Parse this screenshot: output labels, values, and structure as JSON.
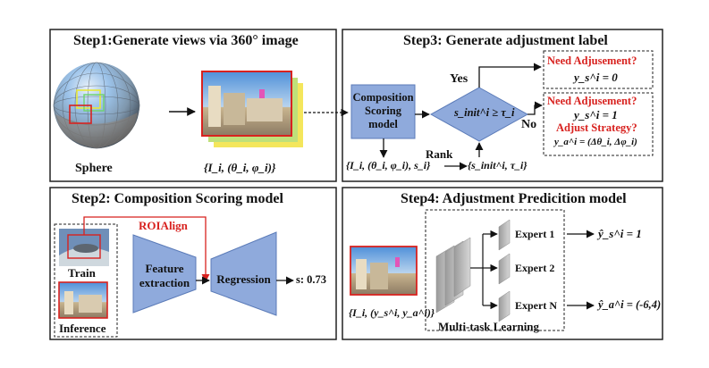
{
  "step1": {
    "title": "Step1:Generate views via 360° image",
    "sphere_label": "Sphere",
    "views_label": "{I_i, (θ_i, φ_i)}"
  },
  "step3": {
    "title": "Step3: Generate adjustment label",
    "model_line1": "Composition",
    "model_line2": "Scoring",
    "model_line3": "model",
    "condition": "s_init^i ≥ τ_i",
    "yes": "Yes",
    "no": "No",
    "rank": "Rank",
    "input_set": "{I_i, (θ_i, φ_i), s_i}",
    "rank_set": "{s_init^i, τ_i}",
    "box1_q": "Need Adjusement?",
    "box1_val": "y_s^i = 0",
    "box2_q": "Need Adjusement?",
    "box2_val": "y_s^i = 1",
    "box2_q2": "Adjust Strategy?",
    "box2_val2": "y_a^i = (Δθ_i, Δφ_i)"
  },
  "step2": {
    "title": "Step2: Composition Scoring model",
    "roi": "ROIAlign",
    "train": "Train",
    "inference": "Inference",
    "feature1": "Feature",
    "feature2": "extraction",
    "regression": "Regression",
    "score": "s: 0.73"
  },
  "step4": {
    "title": "Step4: Adjustment Predicition model",
    "expert1": "Expert 1",
    "expert2": "Expert 2",
    "expertN": "Expert N",
    "out1": "ŷ_s^i = 1",
    "outN": "ŷ_a^i = (-6,4)",
    "input_label": "{I_i, (y_s^i, y_a^i)}",
    "mtl": "Multi-task Learning"
  },
  "colors": {
    "box_fill": "#8faadc",
    "box_stroke": "#5b7bb8",
    "accent_red": "#d8221f"
  }
}
